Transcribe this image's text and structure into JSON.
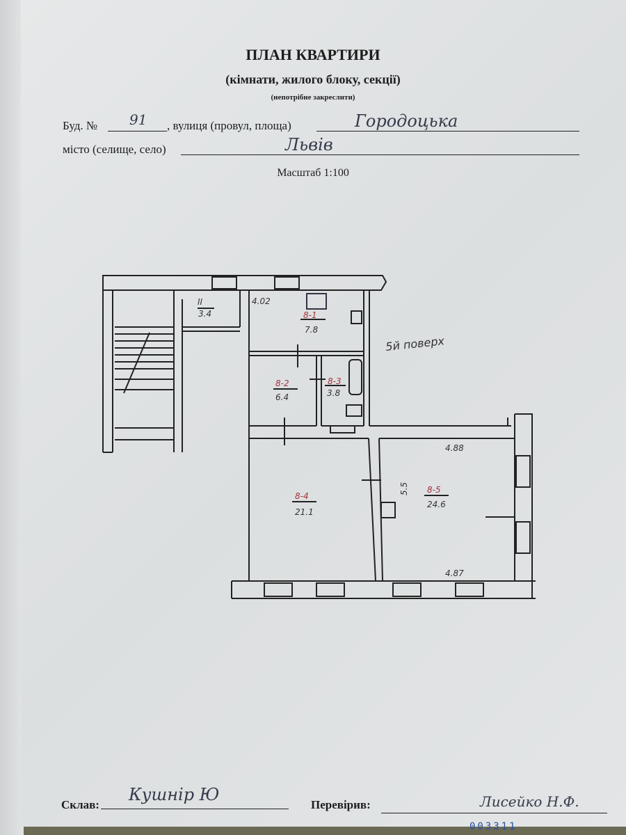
{
  "header": {
    "title": "ПЛАН КВАРТИРИ",
    "subtitle": "(кімнати, жилого блоку, секції)",
    "note": "(непотрібне закреслити)"
  },
  "fields": {
    "building_label": "Буд. №",
    "building_value": "91",
    "street_label": ", вулиця (провул, площа)",
    "street_value": "Городоцька",
    "city_label": "місто (селище, село)",
    "city_value": "Львів",
    "scale": "Масштаб 1:100"
  },
  "plan": {
    "floor_note": "5й поверх",
    "corridor": {
      "id": "II",
      "area": "3.4"
    },
    "rooms": [
      {
        "id": "8-1",
        "area": "7.8"
      },
      {
        "id": "8-2",
        "area": "6.4"
      },
      {
        "id": "8-3",
        "area": "3.8"
      },
      {
        "id": "8-4",
        "area": "21.1"
      },
      {
        "id": "8-5",
        "area": "24.6"
      }
    ],
    "dimensions": {
      "kitchen_width": "4.02",
      "room5_top": "4.88",
      "room5_bottom": "4.87",
      "room5_side": "5.5"
    }
  },
  "footer": {
    "composed_label": "Склав:",
    "composed_by": "Кушнір Ю",
    "checked_label": "Перевірив:",
    "checked_by": "Лисейко Н.Ф.",
    "serial": "003311"
  }
}
